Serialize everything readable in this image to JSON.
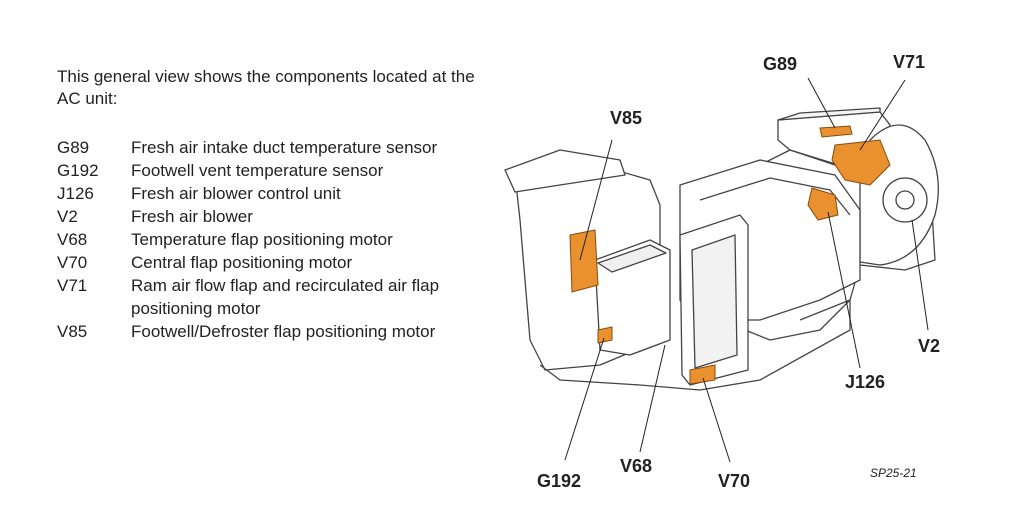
{
  "intro": "This general view shows the components located at the AC unit:",
  "legend": [
    {
      "code": "G89",
      "description": "Fresh air intake duct temperature sensor"
    },
    {
      "code": "G192",
      "description": "Footwell vent temperature sensor"
    },
    {
      "code": "J126",
      "description": "Fresh air blower control unit"
    },
    {
      "code": "V2",
      "description": "Fresh air blower"
    },
    {
      "code": "V68",
      "description": "Temperature flap positioning motor"
    },
    {
      "code": "V70",
      "description": "Central flap positioning motor"
    },
    {
      "code": "V71",
      "description": "Ram air flow flap and recirculated air flap positioning motor"
    },
    {
      "code": "V85",
      "description": "Footwell/Defroster flap positioning motor"
    }
  ],
  "callouts": {
    "g89": "G89",
    "v71": "V71",
    "v85": "V85",
    "v2": "V2",
    "j126": "J126",
    "g192": "G192",
    "v68": "V68",
    "v70": "V70"
  },
  "figure_ref": "SP25-21",
  "colors": {
    "highlight": "#e8912e",
    "outline": "#444444",
    "body": "#ffffff"
  }
}
